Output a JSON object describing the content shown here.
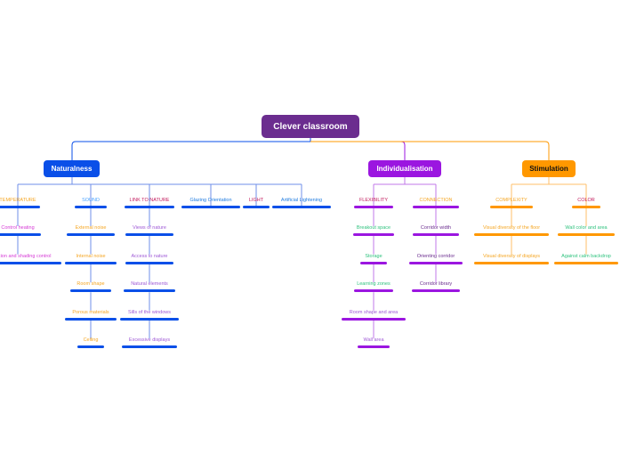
{
  "root": {
    "label": "Clever classroom",
    "color": "#6b2d8f"
  },
  "branches": [
    {
      "label": "Naturalness",
      "color": "#0a4fe8",
      "categories": [
        {
          "label": "TEMPERATURE",
          "label_color": "#f5a623",
          "children": [
            {
              "label": "Control heating",
              "color": "#d63ad6"
            },
            {
              "label": "Ventilation and shading control",
              "color": "#d63ad6"
            }
          ]
        },
        {
          "label": "SOUND",
          "label_color": "#4aa3ff",
          "children": [
            {
              "label": "External noise",
              "color": "#f5a623"
            },
            {
              "label": "Internal noise",
              "color": "#f5a623"
            },
            {
              "label": "Room shape",
              "color": "#f5a623"
            },
            {
              "label": "Porous materials",
              "color": "#f5a623"
            },
            {
              "label": "Ceiling",
              "color": "#f5a623"
            }
          ]
        },
        {
          "label": "LINK TO NATURE",
          "label_color": "#c2185b",
          "children": [
            {
              "label": "Views of nature",
              "color": "#9e58d6"
            },
            {
              "label": "Access to nature",
              "color": "#9e58d6"
            },
            {
              "label": "Natural elements",
              "color": "#9e58d6"
            },
            {
              "label": "Sills of the windows",
              "color": "#9e58d6"
            },
            {
              "label": "Excessive displays",
              "color": "#9e58d6"
            }
          ]
        },
        {
          "label": "Glazing Orientation",
          "label_color": "#1e7be0",
          "children": []
        },
        {
          "label": "LIGHT",
          "label_color": "#c2185b",
          "children": []
        },
        {
          "label": "Artificial Lightening",
          "label_color": "#1e7be0",
          "children": []
        }
      ]
    },
    {
      "label": "Individualisation",
      "color": "#9b16e0",
      "categories": [
        {
          "label": "FLEXIBILITY",
          "label_color": "#c2185b",
          "children": [
            {
              "label": "Breakout space",
              "color": "#2ec27e"
            },
            {
              "label": "Storage",
              "color": "#2ec27e"
            },
            {
              "label": "Learning zones",
              "color": "#2ec27e"
            },
            {
              "label": "Room shape and area",
              "color": "#9e58d6"
            },
            {
              "label": "Wall area",
              "color": "#9e58d6"
            }
          ]
        },
        {
          "label": "CONNECTION",
          "label_color": "#f5a623",
          "children": [
            {
              "label": "Corridor width",
              "color": "#6b2d8f"
            },
            {
              "label": "Orienting corridor",
              "color": "#6b2d8f"
            },
            {
              "label": "Corridor library",
              "color": "#6b2d8f"
            }
          ]
        }
      ]
    },
    {
      "label": "Stimulation",
      "color": "#ff9800",
      "categories": [
        {
          "label": "COMPLEXITY",
          "label_color": "#f5a623",
          "children": [
            {
              "label": "Visual diversity of the floor",
              "color": "#f5a623"
            },
            {
              "label": "Visual diversity of displays",
              "color": "#f5a623"
            }
          ]
        },
        {
          "label": "COLOR",
          "label_color": "#c2185b",
          "children": [
            {
              "label": "Wall color and area",
              "color": "#2ec27e"
            },
            {
              "label": "Against calm backdrop",
              "color": "#2ec27e"
            }
          ]
        }
      ]
    }
  ]
}
